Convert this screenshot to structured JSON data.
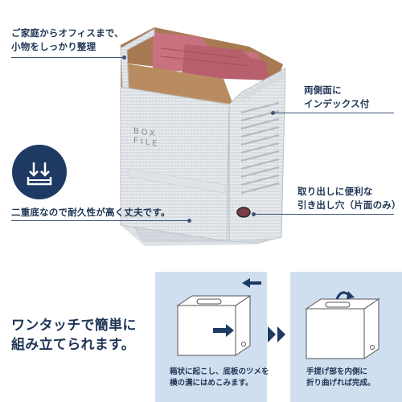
{
  "callouts": {
    "top_left": [
      "ご家庭からオフィスまで、",
      "小物をしっかり整理"
    ],
    "right_index": [
      "両側面に",
      "インデックス付"
    ],
    "right_hole": [
      "取り出しに便利な",
      "引き出し穴（片面のみ）"
    ],
    "left_bottom": "二重底なので耐久性が高く丈夫です。"
  },
  "box_label": {
    "side_text": [
      "BOX",
      "FILE"
    ]
  },
  "assembly": {
    "title": [
      "ワンタッチで簡単に",
      "組み立てられます。"
    ],
    "step1_caption": [
      "箱状に起こし、底板のツメを",
      "横の溝にはめこみます。"
    ],
    "step2_caption": [
      "手提げ部を内側に",
      "折り曲げれば完成。"
    ]
  },
  "colors": {
    "navy": "#1e3a63",
    "panel_blue": "#cfdff0",
    "box_pink": "#c9727f",
    "box_brown": "#a87a52"
  },
  "icons": [
    "double-bottom-icon",
    "arrow-left-icon",
    "arrow-right-icon",
    "double-chevron-right-icon"
  ]
}
